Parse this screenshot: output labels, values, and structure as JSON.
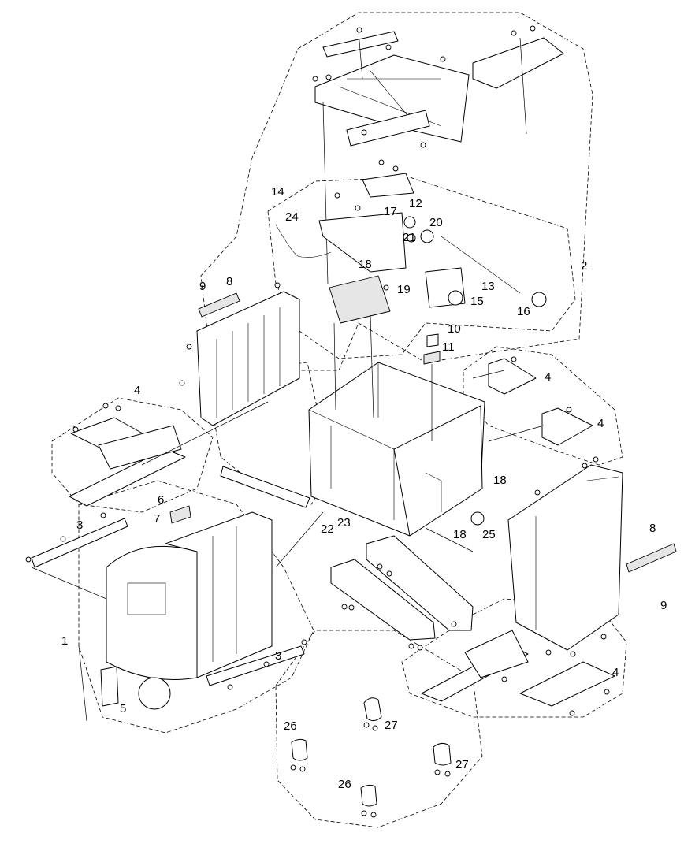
{
  "callouts": [
    {
      "id": "c1",
      "text": "1"
    },
    {
      "id": "c2",
      "text": "2"
    },
    {
      "id": "c3a",
      "text": "3"
    },
    {
      "id": "c3b",
      "text": "3"
    },
    {
      "id": "c4a",
      "text": "4"
    },
    {
      "id": "c4b",
      "text": "4"
    },
    {
      "id": "c4c",
      "text": "4"
    },
    {
      "id": "c4d",
      "text": "4"
    },
    {
      "id": "c5",
      "text": "5"
    },
    {
      "id": "c6",
      "text": "6"
    },
    {
      "id": "c7",
      "text": "7"
    },
    {
      "id": "c8a",
      "text": "8"
    },
    {
      "id": "c8b",
      "text": "8"
    },
    {
      "id": "c9a",
      "text": "9"
    },
    {
      "id": "c9b",
      "text": "9"
    },
    {
      "id": "c10",
      "text": "10"
    },
    {
      "id": "c11",
      "text": "11"
    },
    {
      "id": "c12",
      "text": "12"
    },
    {
      "id": "c13",
      "text": "13"
    },
    {
      "id": "c14",
      "text": "14"
    },
    {
      "id": "c15",
      "text": "15"
    },
    {
      "id": "c16",
      "text": "16"
    },
    {
      "id": "c17",
      "text": "17"
    },
    {
      "id": "c18a",
      "text": "18"
    },
    {
      "id": "c18b",
      "text": "18"
    },
    {
      "id": "c18c",
      "text": "18"
    },
    {
      "id": "c19",
      "text": "19"
    },
    {
      "id": "c20",
      "text": "20"
    },
    {
      "id": "c21",
      "text": "21"
    },
    {
      "id": "c22",
      "text": "22"
    },
    {
      "id": "c23",
      "text": "23"
    },
    {
      "id": "c24",
      "text": "24"
    },
    {
      "id": "c25",
      "text": "25"
    },
    {
      "id": "c26a",
      "text": "26"
    },
    {
      "id": "c26b",
      "text": "26"
    },
    {
      "id": "c27a",
      "text": "27"
    },
    {
      "id": "c27b",
      "text": "27"
    }
  ]
}
